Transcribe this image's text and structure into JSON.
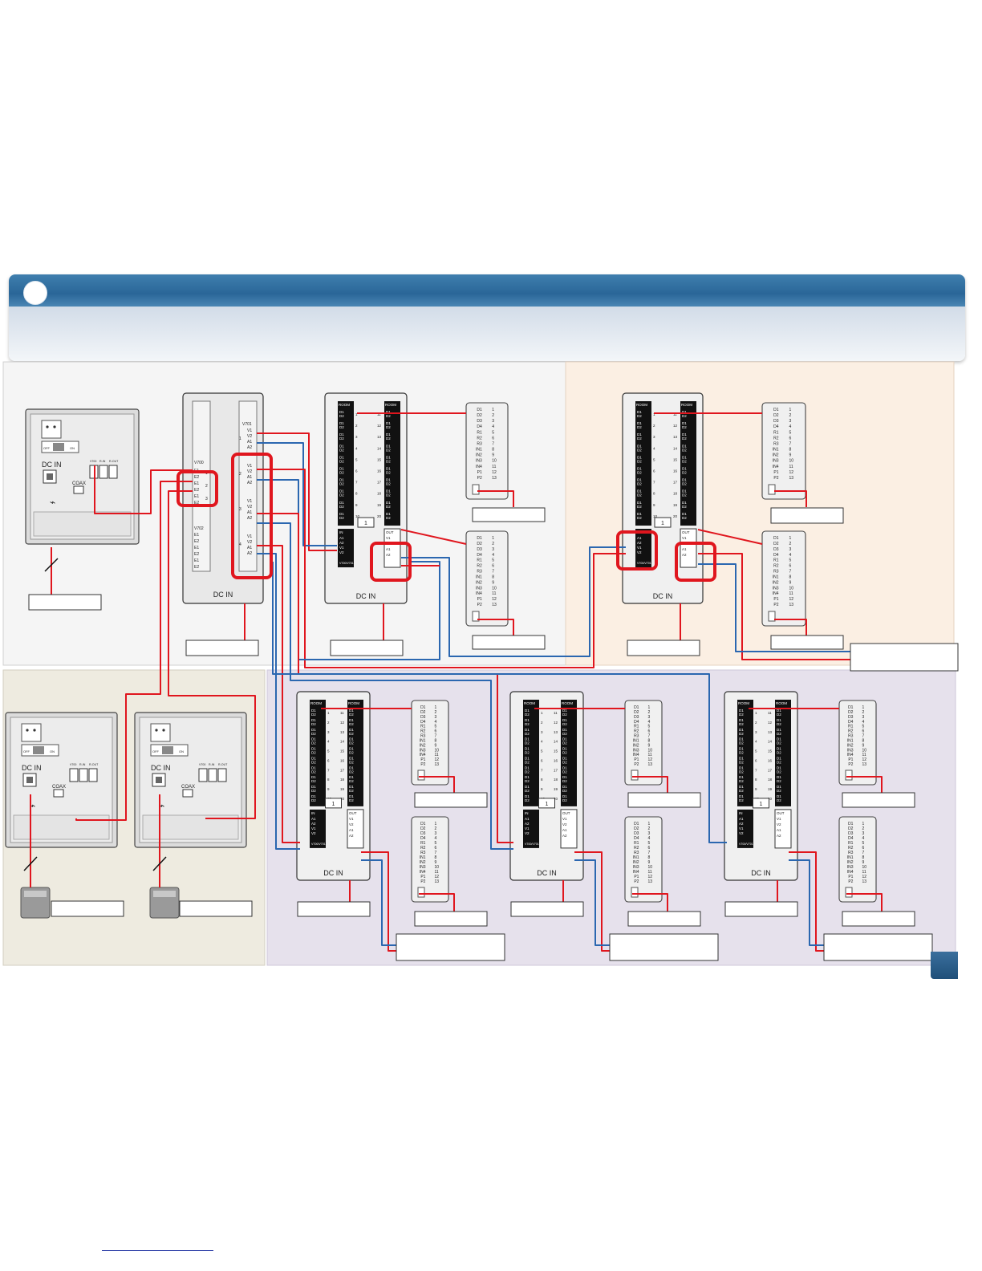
{
  "colors": {
    "wire_red": "#e0161e",
    "wire_blue": "#2b67b0",
    "highlight": "#e0161e",
    "banner_blue": "#2a6698",
    "zone_white": "#f5f5f5",
    "zone_peach": "#fbefe3",
    "zone_olive": "#eeebe0",
    "zone_lavender": "#e6e1ec"
  },
  "labels": {
    "dc_in": "DC IN",
    "coax": "COAX",
    "off": "OFF",
    "on": "ON",
    "room": "ROOM",
    "box_number": "1",
    "v700": "V700",
    "v701": "V701",
    "v702": "V702",
    "in": "IN",
    "out": "OUT",
    "v700_v701": "V700/V701"
  },
  "distributor": {
    "outputs": [
      {
        "num": "1",
        "pins": [
          "V1",
          "V2",
          "A1",
          "A2"
        ]
      },
      {
        "num": "2",
        "pins": [
          "V1",
          "V2",
          "A1",
          "A2"
        ]
      },
      {
        "num": "3",
        "pins": [
          "V1",
          "V2",
          "A1",
          "A2"
        ]
      },
      {
        "num": "4",
        "pins": [
          "V1",
          "V2",
          "A1",
          "A2"
        ]
      }
    ],
    "inputs": [
      "E1",
      "E2",
      "E1",
      "E2",
      "E1",
      "E2"
    ],
    "input_nums": [
      "1",
      "2",
      "3"
    ],
    "lower_inputs": [
      "E1",
      "E2",
      "E1",
      "E2",
      "E1",
      "E2"
    ]
  },
  "entrance_terms": [
    "V700",
    "R-IN",
    "R-OUT"
  ],
  "room_pins": [
    "D1",
    "D2",
    "D1",
    "D2",
    "D1",
    "D2",
    "D1",
    "D2",
    "D1",
    "D2",
    "D1",
    "D2",
    "D1",
    "D2",
    "D1",
    "D2",
    "D1",
    "D2",
    "D1",
    "D2"
  ],
  "room_nums_left": [
    "1",
    "2",
    "3",
    "4",
    "5",
    "6",
    "7",
    "8",
    "9",
    "10"
  ],
  "room_nums_right": [
    "11",
    "12",
    "13",
    "14",
    "15",
    "16",
    "17",
    "18",
    "19",
    "20"
  ],
  "av_in": [
    "A1",
    "A2",
    "V1",
    "V2"
  ],
  "av_out": [
    "V1",
    "V2",
    "A1",
    "A2"
  ],
  "station_terms": [
    {
      "name": "D1",
      "num": "1"
    },
    {
      "name": "D2",
      "num": "2"
    },
    {
      "name": "D3",
      "num": "3"
    },
    {
      "name": "D4",
      "num": "4"
    },
    {
      "name": "R1",
      "num": "5"
    },
    {
      "name": "R2",
      "num": "6"
    },
    {
      "name": "R3",
      "num": "7"
    },
    {
      "name": "IN1",
      "num": "8"
    },
    {
      "name": "IN2",
      "num": "9"
    },
    {
      "name": "IN3",
      "num": "10"
    },
    {
      "name": "IN4",
      "num": "11"
    },
    {
      "name": "P1",
      "num": "12"
    },
    {
      "name": "P2",
      "num": "13"
    }
  ]
}
